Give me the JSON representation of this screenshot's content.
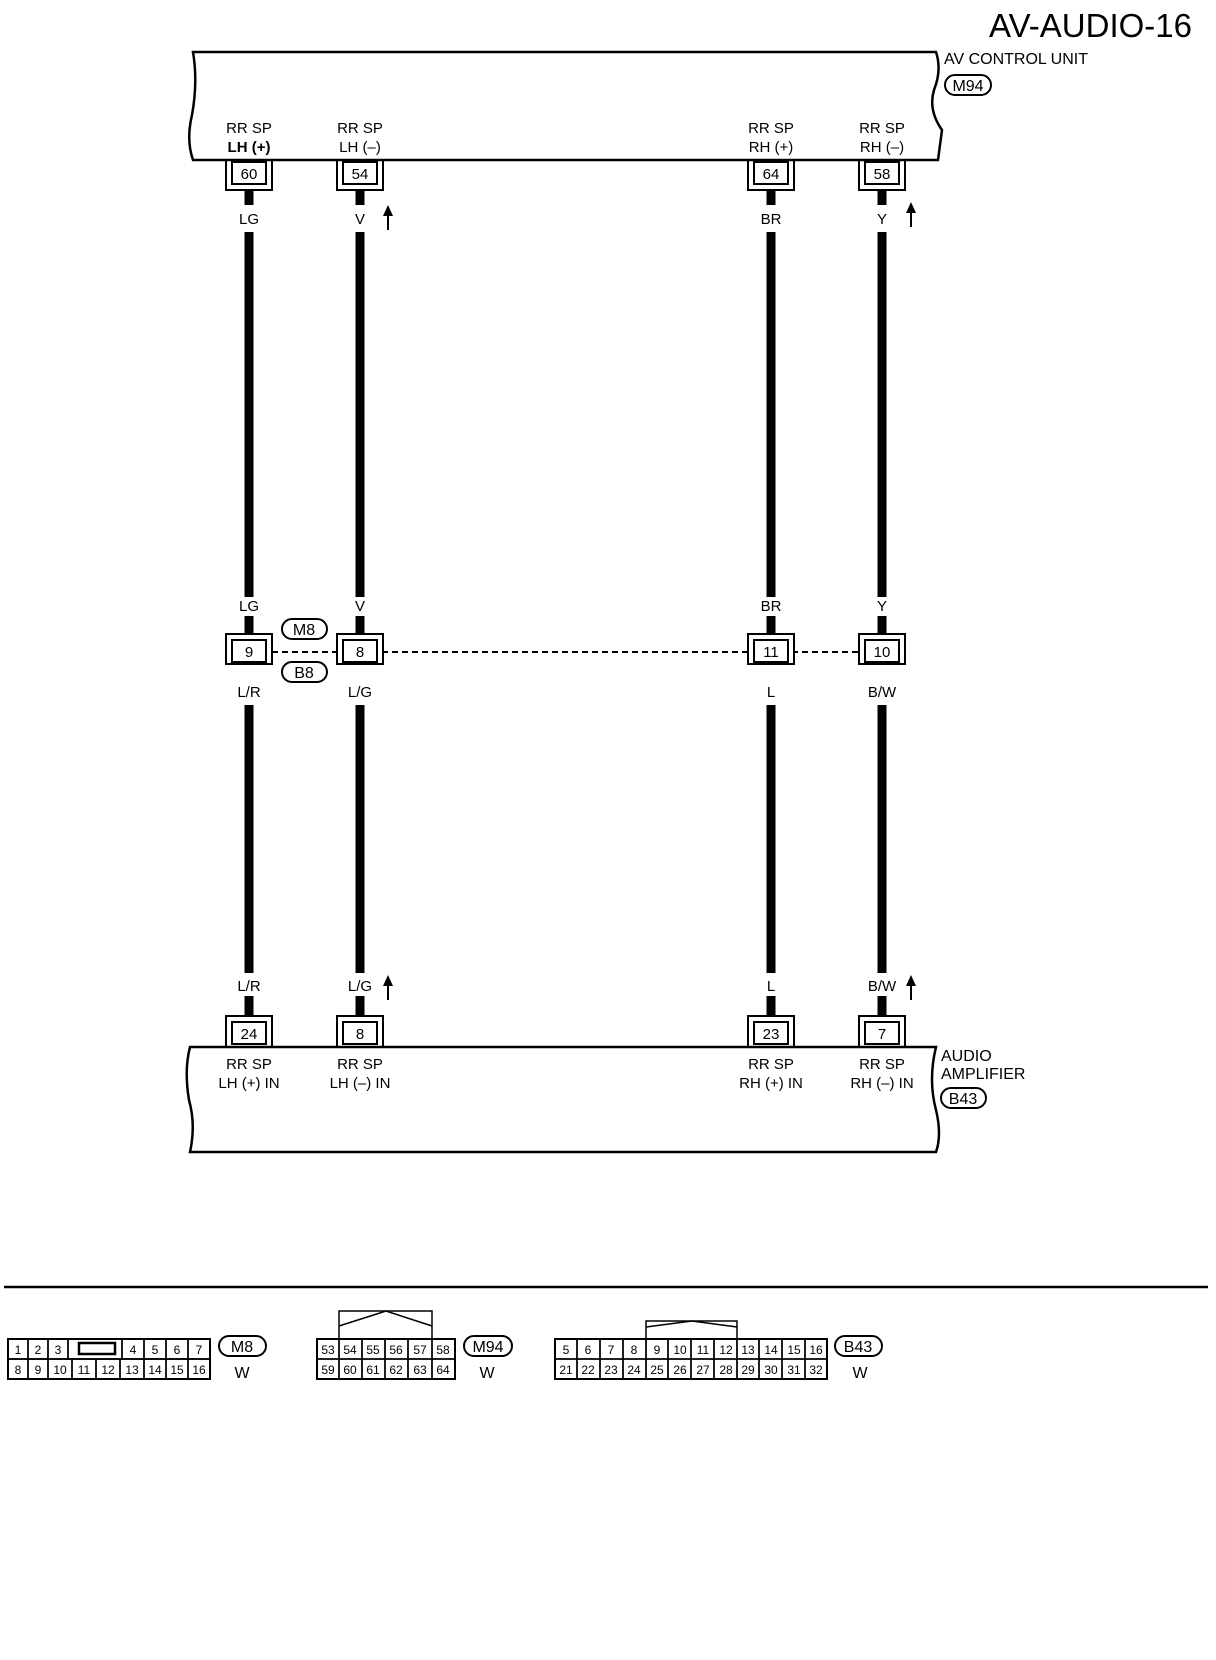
{
  "page": {
    "title": "AV-AUDIO-16"
  },
  "units": {
    "top": {
      "name": "AV CONTROL UNIT",
      "connector": "M94"
    },
    "bottom": {
      "name_line1": "AUDIO",
      "name_line2": "AMPLIFIER",
      "connector": "B43"
    }
  },
  "inline_connector": {
    "top": "M8",
    "bottom": "B8"
  },
  "circuits": [
    {
      "top_label": {
        "line1": "RR SP",
        "line2": "LH (+)"
      },
      "top_pin": "60",
      "top_color": "LG",
      "mid_top_color": "LG",
      "mid_pin": "9",
      "mid_bottom_color": "L/R",
      "bottom_color": "L/R",
      "bottom_pin": "24",
      "bottom_label": {
        "line1": "RR SP",
        "line2": "LH (+) IN"
      }
    },
    {
      "top_label": {
        "line1": "RR SP",
        "line2": "LH (–)"
      },
      "top_pin": "54",
      "top_color": "V",
      "mid_top_color": "V",
      "mid_pin": "8",
      "mid_bottom_color": "L/G",
      "bottom_color": "L/G",
      "bottom_pin": "8",
      "bottom_label": {
        "line1": "RR SP",
        "line2": "LH (–) IN"
      }
    },
    {
      "top_label": {
        "line1": "RR SP",
        "line2": "RH (+)"
      },
      "top_pin": "64",
      "top_color": "BR",
      "mid_top_color": "BR",
      "mid_pin": "11",
      "mid_bottom_color": "L",
      "bottom_color": "L",
      "bottom_pin": "23",
      "bottom_label": {
        "line1": "RR SP",
        "line2": "RH (+) IN"
      }
    },
    {
      "top_label": {
        "line1": "RR SP",
        "line2": "RH (–)"
      },
      "top_pin": "58",
      "top_color": "Y",
      "mid_top_color": "Y",
      "mid_pin": "10",
      "mid_bottom_color": "B/W",
      "bottom_color": "B/W",
      "bottom_pin": "7",
      "bottom_label": {
        "line1": "RR SP",
        "line2": "RH (–) IN"
      }
    }
  ],
  "connector_views": [
    {
      "id": "M8",
      "color": "W",
      "row1": [
        "1",
        "2",
        "3",
        "",
        "4",
        "5",
        "6",
        "7"
      ],
      "row2": [
        "8",
        "9",
        "10",
        "11",
        "12",
        "13",
        "14",
        "15",
        "16"
      ]
    },
    {
      "id": "M94",
      "color": "W",
      "row1": [
        "53",
        "54",
        "55",
        "56",
        "57",
        "58"
      ],
      "row2": [
        "59",
        "60",
        "61",
        "62",
        "63",
        "64"
      ]
    },
    {
      "id": "B43",
      "color": "W",
      "row1": [
        "5",
        "6",
        "7",
        "8",
        "9",
        "10",
        "11",
        "12",
        "13",
        "14",
        "15",
        "16"
      ],
      "row2": [
        "21",
        "22",
        "23",
        "24",
        "25",
        "26",
        "27",
        "28",
        "29",
        "30",
        "31",
        "32"
      ]
    }
  ]
}
